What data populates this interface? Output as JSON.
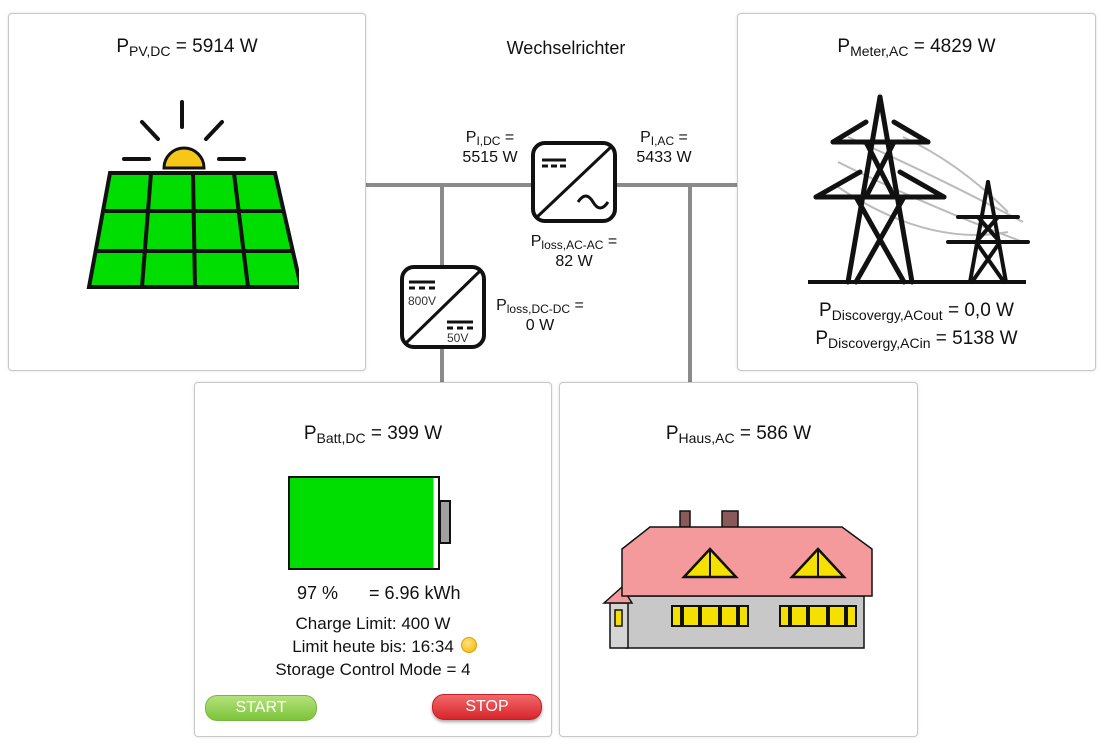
{
  "inverter": {
    "title": "Wechselrichter",
    "pi_dc": {
      "sym": "P",
      "sub": "I,DC",
      "eq": " =",
      "value": "5515 W"
    },
    "pi_ac": {
      "sym": "P",
      "sub": "I,AC",
      "eq": " =",
      "value": "5433 W"
    },
    "loss_ac": {
      "sym": "P",
      "sub": "loss,AC-AC",
      "eq": " =",
      "value": "82 W"
    },
    "loss_dc": {
      "sym": "P",
      "sub": "loss,DC-DC",
      "eq": " =",
      "value": "0 W"
    },
    "dcdc_labels": {
      "high": "800V",
      "low": "50V"
    }
  },
  "pv": {
    "sym": "P",
    "sub": "PV,DC",
    "value": " = 5914 W"
  },
  "meter": {
    "sym": "P",
    "sub": "Meter,AC",
    "value": " = 4829 W",
    "acout": {
      "sym": "P",
      "sub": "Discovergy,ACout",
      "value": " = 0,0 W"
    },
    "acin": {
      "sym": "P",
      "sub": "Discovergy,ACin",
      "value": " = 5138 W"
    }
  },
  "battery": {
    "sym": "P",
    "sub": "Batt,DC",
    "value": " = 399 W",
    "soc_percent": "97 %",
    "energy": "= 6.96 kWh",
    "soc_fraction": 0.97,
    "charge_limit": "Charge Limit: 400 W",
    "limit_until": "Limit heute bis: 16:34",
    "storage_mode": "Storage Control Mode = 4",
    "start_label": "START",
    "stop_label": "STOP"
  },
  "house": {
    "sym": "P",
    "sub": "Haus,AC",
    "value": " = 586 W"
  },
  "colors": {
    "accent_green": "#00dd00",
    "roof": "#f59a9c",
    "line": "#8a8a8a"
  }
}
